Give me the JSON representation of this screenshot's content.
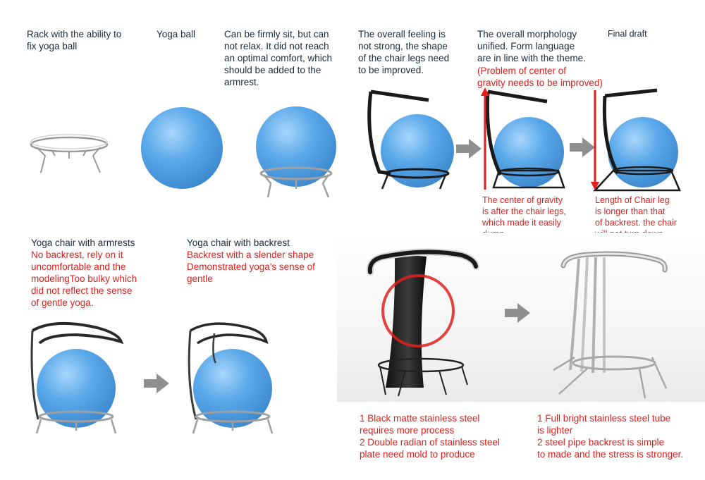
{
  "captions": {
    "rack": "Rack with the ability to\nfix yoga ball",
    "yoga_ball": "Yoga ball",
    "firm_sit": "Can be firmly sit, but can\nnot relax. It did not reach\nan optimal comfort, which\nshould be added to the\narmrest.",
    "overall_feeling": "The overall feeling is\nnot strong, the shape\nof the chair legs need\nto be improved.",
    "morphology": "The overall morphology\nunified. Form language\nare in line with the theme.",
    "morphology_problem": "(Problem of center of\ngravity needs to be improved)",
    "final_draft": "Final  draft",
    "gravity_note": "The center of gravity\nis after the chair legs,\nwhich made it easily\ndump.",
    "leg_note": "Length of Chair leg\nis longer than that\nof backrest. the chair\nwill not turn down.",
    "armrest_title": "Yoga chair with armrests",
    "armrest_note": "No backrest, rely on it\nuncomfortable and the\nmodelingToo bulky which\ndid not reflect the sense\nof gentle yoga.",
    "backrest_title": "Yoga chair with backrest",
    "backrest_note": "Backrest with a slender shape\nDemonstrated yoga's sense of\ngentle",
    "black_steel_note": "1 Black matte stainless steel\nrequires more process\n2 Double radian of stainless steel\nplate need mold to produce",
    "bright_steel_note": "1 Full bright stainless steel tube\nis lighter\n2 steel pipe backrest is simple\nto made and the stress is stronger."
  },
  "colors": {
    "ball": "#5aa9ea",
    "ball_light": "#a9d6fb",
    "ball_dark": "#3a86cc",
    "caption_dark": "#1c2a3a",
    "caption_red": "#e0201c",
    "arrow": "#8f8f8f",
    "black_frame": "#1a1a1a",
    "steel": "#b8b8b8"
  },
  "icons": [
    "right-arrow-icon",
    "up-arrow-icon",
    "down-arrow-icon",
    "highlight-circle-icon"
  ]
}
